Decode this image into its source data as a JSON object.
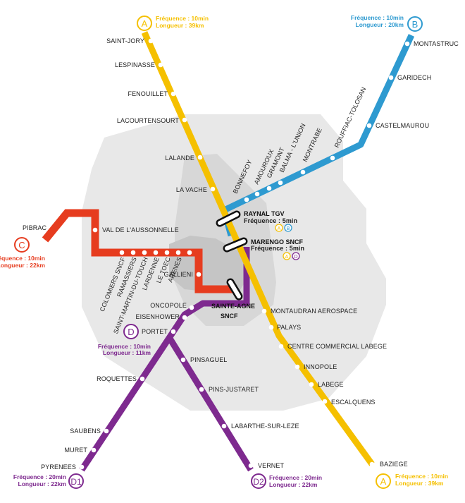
{
  "colors": {
    "A": "#f5c000",
    "B": "#2e9ad0",
    "C": "#e63c1f",
    "D": "#7e2a8f",
    "zone_outer": "#e8e8e8",
    "zone_mid": "#d7d7d7",
    "zone_inner": "#c5c5c5"
  },
  "lines": {
    "A_north": {
      "letter": "A",
      "freq_label": "Fréquence : ",
      "freq_value": "10min",
      "len_label": "Longueur : ",
      "len_value": "39km"
    },
    "A_south": {
      "letter": "A",
      "freq_label": "Fréquence : ",
      "freq_value": "10min",
      "len_label": "Longueur : ",
      "len_value": "39km"
    },
    "B": {
      "letter": "B",
      "freq_label": "Fréquence : ",
      "freq_value": "10min",
      "len_label": "Longueur : ",
      "len_value": "20km"
    },
    "C": {
      "letter": "C",
      "freq_label": "Fréquence : ",
      "freq_value": "10min",
      "len_label": "Longueur : ",
      "len_value": "22km"
    },
    "D": {
      "letter": "D",
      "freq_label": "Fréquence : ",
      "freq_value": "10min",
      "len_label": "Longueur : ",
      "len_value": "11km"
    },
    "D1": {
      "letter": "D1",
      "freq_label": "Fréquence : ",
      "freq_value": "20min",
      "len_label": "Longueur : ",
      "len_value": "22km"
    },
    "D2": {
      "letter": "D2",
      "freq_label": "Fréquence : ",
      "freq_value": "20min",
      "len_label": "Longueur : ",
      "len_value": "22km"
    }
  },
  "hubs": {
    "raynal": {
      "name": "RAYNAL TGV",
      "freq": "Fréquence : 5min",
      "badges": [
        "A",
        "B"
      ]
    },
    "marengo": {
      "name": "MARENGO SNCF",
      "freq": "Fréquence : 5min",
      "badges": [
        "A",
        "D"
      ]
    },
    "sainte_agne": {
      "name1": "SAINTE-AGNE",
      "name2": "SNCF"
    }
  },
  "stations": {
    "a": {
      "saint_jory": "SAINT-JORY",
      "lespinasse": "LESPINASSE",
      "fenouillet": "FENOUILLET",
      "lacourtensourt": "LACOURTENSOURT",
      "lalande": "LALANDE",
      "la_vache": "LA VACHE",
      "montaudran": "MONTAUDRAN AEROSPACE",
      "palays": "PALAYS",
      "ccl": "CENTRE COMMERCIAL LABEGE",
      "innopole": "INNOPOLE",
      "labege": "LABEGE",
      "escalquens": "ESCALQUENS",
      "baziege": "BAZIEGE"
    },
    "b": {
      "montastruc": "MONTASTRUC",
      "garidech": "GARIDECH",
      "castelmaurou": "CASTELMAUROU",
      "rouffiac": "ROUFFIAC-TOLOSAN",
      "montrabe": "MONTRABE",
      "balma": "BALMA - L'UNION",
      "gramont": "GRAMONT",
      "amouroux": "AMOUROUX",
      "bonnefoy": "BONNEFOY"
    },
    "c": {
      "pibrac": "PIBRAC",
      "aussonnelle": "VAL DE L'AUSSONNELLE",
      "colomiers": "COLOMIERS SNCF",
      "ramassiers": "RAMASSIERS",
      "st_martin": "SAINT-MARTIN-DU-TOUCH",
      "lardenne": "LARDENNE",
      "tobec": "LE TOEC",
      "arenes": "ARENES",
      "gallieni": "GALLIENI"
    },
    "d": {
      "oncopole": "ONCOPOLE",
      "eisenhower": "EISENHOWER",
      "portet": "PORTET",
      "roquettes": "ROQUETTES",
      "saubens": "SAUBENS",
      "muret": "MURET",
      "pyrenees": "PYRENEES",
      "pinsaguel": "PINSAGUEL",
      "pins_justaret": "PINS-JUSTARET",
      "labarthe": "LABARTHE-SUR-LEZE",
      "vernet": "VERNET"
    }
  }
}
